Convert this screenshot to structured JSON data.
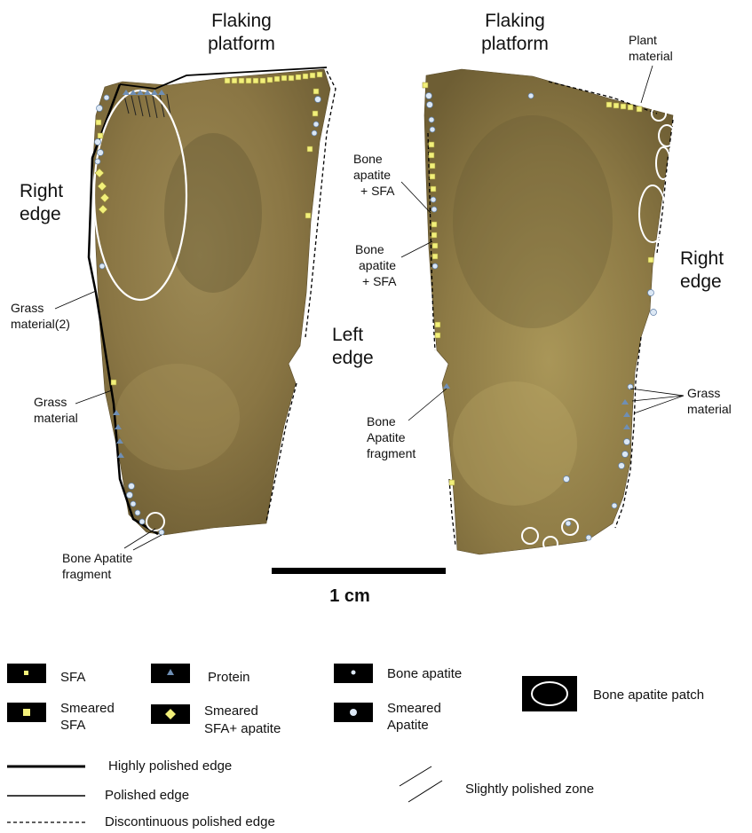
{
  "left_specimen": {
    "top_label": [
      "Flaking",
      "platform"
    ],
    "right_edge_label": [
      "Right",
      "edge"
    ],
    "left_edge_label": [
      "Left",
      "edge"
    ],
    "annotations": {
      "grass2": [
        "Grass",
        "material(2)"
      ],
      "grass": [
        "Grass",
        "material"
      ],
      "bone_fragment": [
        "Bone Apatite",
        "fragment"
      ]
    }
  },
  "right_specimen": {
    "top_label": [
      "Flaking",
      "platform"
    ],
    "right_edge_label": [
      "Right",
      "edge"
    ],
    "annotations": {
      "plant": [
        "Plant",
        "material"
      ],
      "bone_sfa_1": [
        "Bone",
        "apatite",
        "+ SFA"
      ],
      "bone_sfa_2": [
        "Bone",
        "apatite",
        "+ SFA"
      ],
      "bone_fragment": [
        "Bone",
        "Apatite",
        "fragment"
      ],
      "grass": [
        "Grass",
        "material"
      ]
    }
  },
  "scale_bar": {
    "label": "1 cm"
  },
  "legend": {
    "symbols": [
      {
        "key": "sfa",
        "lines": [
          "SFA"
        ]
      },
      {
        "key": "protein",
        "lines": [
          "Protein"
        ]
      },
      {
        "key": "bone_apatite",
        "lines": [
          "Bone apatite"
        ]
      },
      {
        "key": "bone_apatite_patch",
        "lines": [
          "Bone apatite patch"
        ]
      },
      {
        "key": "smeared_sfa",
        "lines": [
          "Smeared",
          "SFA"
        ]
      },
      {
        "key": "smeared_sfa_apatite",
        "lines": [
          "Smeared",
          "SFA+ apatite"
        ]
      },
      {
        "key": "smeared_apatite",
        "lines": [
          "Smeared",
          "Apatite"
        ]
      }
    ],
    "lines": {
      "highly_polished": "Highly polished edge",
      "polished": "Polished edge",
      "discontinuous": "Discontinuous polished edge",
      "slightly_polished": "Slightly polished  zone"
    }
  },
  "colors": {
    "stone": "#a08a52",
    "stone_dark": "#6f5f35",
    "sfa_marker": "#f2f07a",
    "apatite_marker": "#dce8f5",
    "protein_marker": "#6f8fb5",
    "legend_box": "#000000"
  }
}
